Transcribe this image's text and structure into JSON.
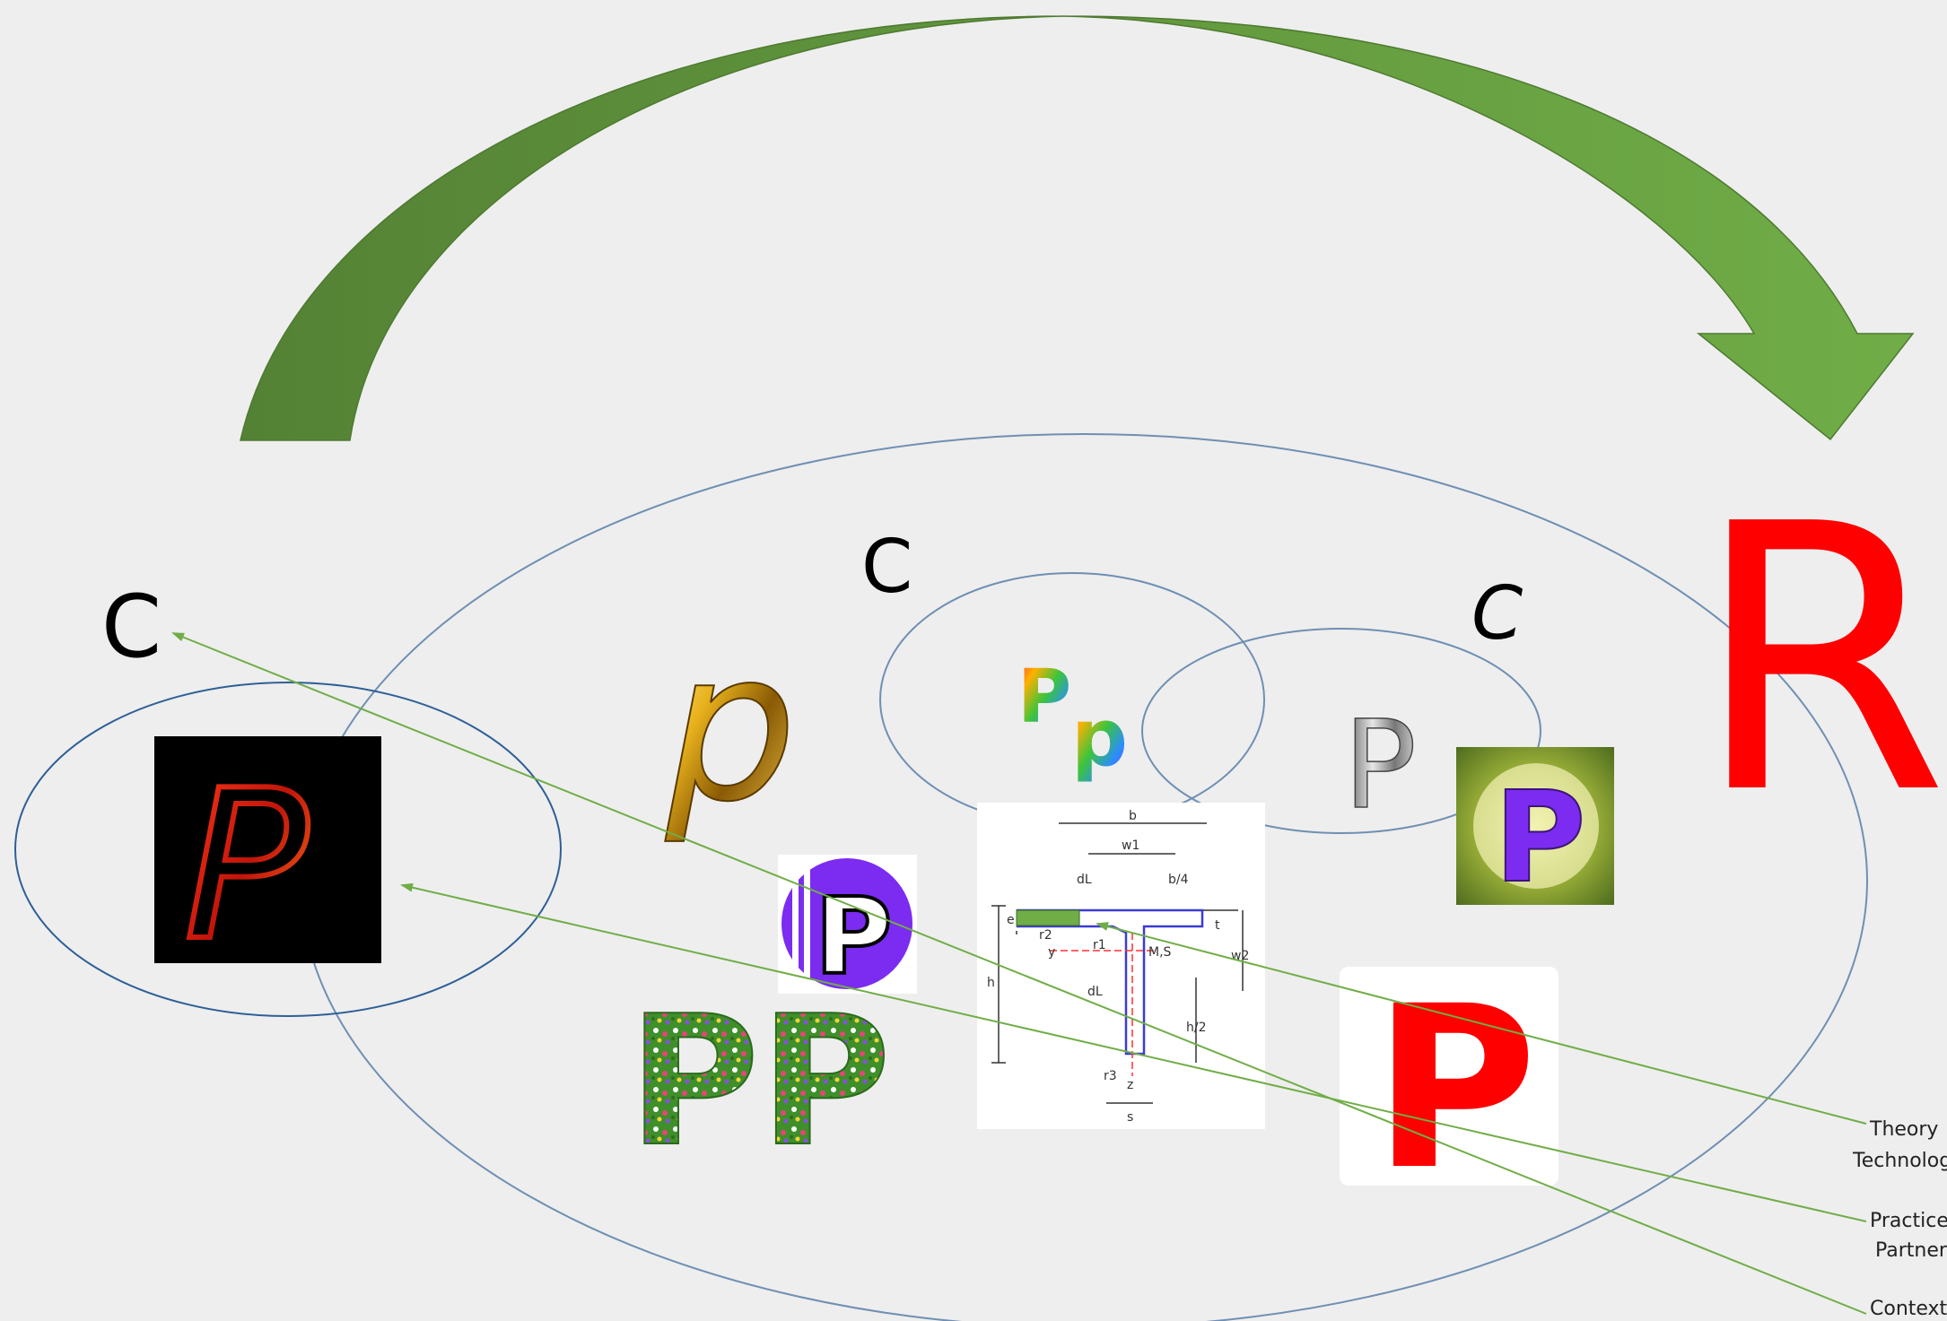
{
  "diagram": {
    "outer_letters": {
      "context_left": "C",
      "result": "R"
    },
    "circle_labels": {
      "context_top": "C",
      "context_right": "C"
    },
    "logos": {
      "script_p": "p",
      "rainbow_p_large": "P",
      "rainbow_p_small": "p",
      "silver_p": "P",
      "red_p_tile": "P",
      "purple_p_logo": "P",
      "flower_pp": "PP",
      "textured_p": "P",
      "flame_p": "P"
    },
    "engineering_drawing": {
      "labels": [
        "b",
        "w1",
        "dL",
        "b/4",
        "e",
        "r2",
        "r1",
        "y",
        "M,S",
        "t",
        "w2",
        "h",
        "dL",
        "h/2",
        "r3",
        "z",
        "s"
      ]
    },
    "callouts": [
      {
        "line1": "Theory",
        "line2": "Technology"
      },
      {
        "line1": "Practice",
        "line2": "Partner"
      },
      {
        "line1": "Context",
        "line2": ""
      }
    ],
    "colors": {
      "background": "#eeeeee",
      "arrow_dark": "#548235",
      "arrow_light": "#70ad47",
      "ellipse_stroke": "#6f8fb3",
      "left_ellipse_stroke": "#2e5f96",
      "result_red": "#ff0000",
      "callout_line": "#70ad47",
      "logo_purple": "#7b2cf0"
    }
  }
}
